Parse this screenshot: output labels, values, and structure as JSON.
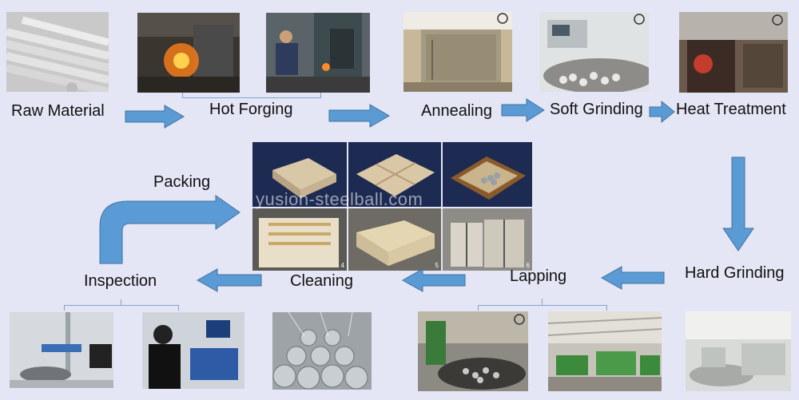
{
  "steps": {
    "raw_material": "Raw Material",
    "hot_forging": "Hot Forging",
    "annealing": "Annealing",
    "soft_grinding": "Soft Grinding",
    "heat_treatment": "Heat Treatment",
    "hard_grinding": "Hard Grinding",
    "lapping": "Lapping",
    "cleaning": "Cleaning",
    "inspection": "Inspection",
    "packing": "Packing"
  },
  "watermark": "yusion-steelball.com",
  "packing_photo_numbers": [
    "4",
    "5",
    "6"
  ],
  "colors": {
    "background": "#e4e6f5",
    "arrow_fill": "#5b9bd5",
    "arrow_stroke": "#41719c"
  }
}
